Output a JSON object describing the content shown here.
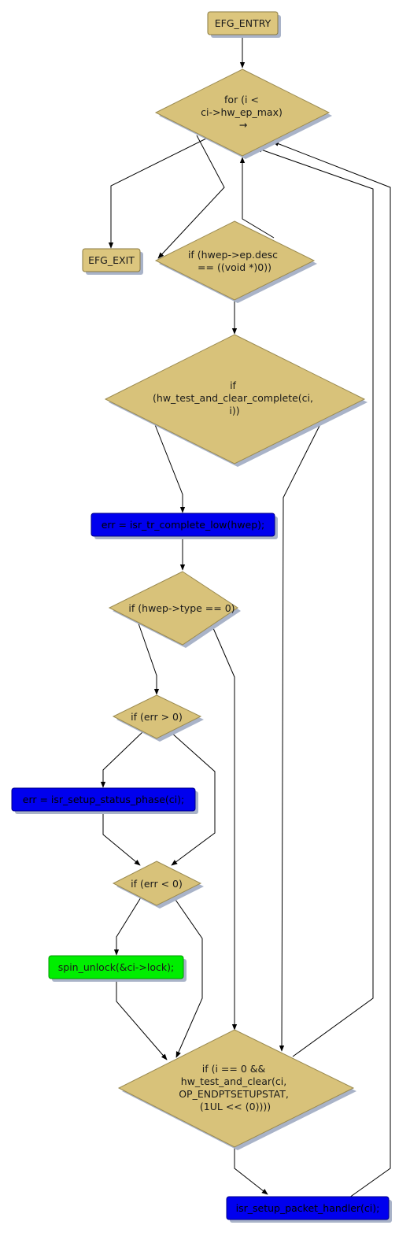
{
  "nodes": {
    "entry": {
      "text": "EFG_ENTRY",
      "color": "#dcc67e"
    },
    "exit": {
      "text": "EFG_EXIT",
      "color": "#dcc67e"
    },
    "for_loop": {
      "lines": [
        "for (i <",
        "ci->hw_ep_max)",
        "→"
      ],
      "color": "#d8c27a"
    },
    "if_desc": {
      "lines": [
        "if (hwep->ep.desc",
        "== ((void *)0))"
      ],
      "color": "#d8c27a"
    },
    "if_complete": {
      "lines": [
        "if",
        "(hw_test_and_clear_complete(ci,",
        "i))"
      ],
      "color": "#d8c27a"
    },
    "err_complete": {
      "text": "err = isr_tr_complete_low(hwep);",
      "color": "#0000ee"
    },
    "if_type": {
      "lines": [
        "if (hwep->type == 0)"
      ],
      "color": "#d8c27a"
    },
    "if_err_gt": {
      "lines": [
        "if (err > 0)"
      ],
      "color": "#d8c27a"
    },
    "err_status": {
      "text": "err = isr_setup_status_phase(ci);",
      "color": "#0000ee"
    },
    "if_err_lt": {
      "lines": [
        "if (err < 0)"
      ],
      "color": "#d8c27a"
    },
    "spin_unlock": {
      "text": "spin_unlock(&ci->lock);",
      "color": "#00ee00"
    },
    "if_setup": {
      "lines": [
        "if (i == 0 &&",
        "hw_test_and_clear(ci,",
        "OP_ENDPTSETUPSTAT,",
        "(1UL << (0))))"
      ],
      "color": "#d8c27a"
    },
    "setup_handler": {
      "text": "isr_setup_packet_handler(ci);",
      "color": "#0000ee"
    }
  }
}
